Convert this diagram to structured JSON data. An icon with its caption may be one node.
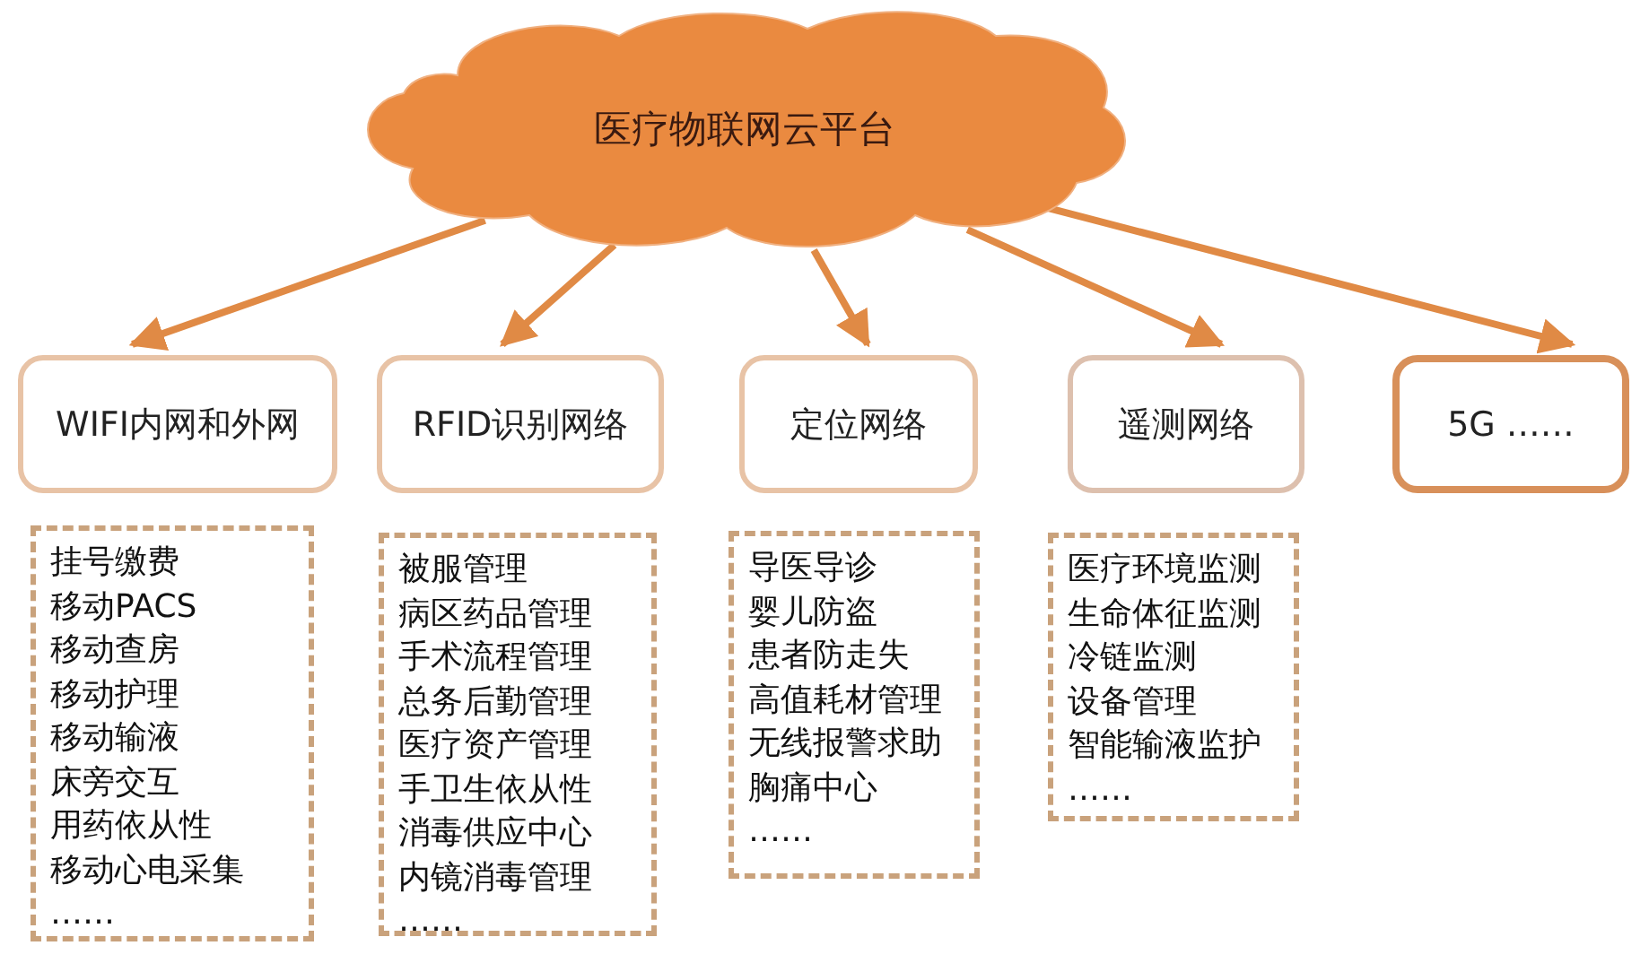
{
  "diagram": {
    "nodes": [
      {
        "text": [
          "医疗物联网云平台"
        ]
      },
      {
        "text": [
          "WIFI内网和外网"
        ]
      },
      {
        "text": [
          "RFID识别网络"
        ]
      },
      {
        "text": [
          "定位网络"
        ]
      },
      {
        "text": [
          "遥测网络"
        ]
      },
      {
        "text": [
          "5G ……"
        ]
      },
      {
        "text": [
          "挂号缴费",
          "移动PACS",
          "移动查房",
          "移动护理",
          "移动输液",
          "床旁交互",
          "用药依从性",
          "移动心电采集",
          "……"
        ]
      },
      {
        "text": [
          "被服管理",
          "病区药品管理",
          "手术流程管理",
          "总务后勤管理",
          "医疗资产管理",
          "手卫生依从性",
          "消毒供应中心",
          "内镜消毒管理",
          "……"
        ]
      },
      {
        "text": [
          "导医导诊",
          "婴儿防盗",
          "患者防走失",
          "高值耗材管理",
          "无线报警求助",
          "胸痛中心",
          "……"
        ]
      },
      {
        "text": [
          "医疗环境监测",
          "生命体征监测",
          "冷链监测",
          "设备管理",
          "智能输液监护",
          "……"
        ]
      }
    ],
    "edges": [
      {
        "from": 0,
        "to": 1,
        "arrow": "to"
      },
      {
        "from": 0,
        "to": 2,
        "arrow": "to"
      },
      {
        "from": 0,
        "to": 3,
        "arrow": "to"
      },
      {
        "from": 0,
        "to": 4,
        "arrow": "to"
      },
      {
        "from": 0,
        "to": 5,
        "arrow": "to"
      }
    ]
  }
}
